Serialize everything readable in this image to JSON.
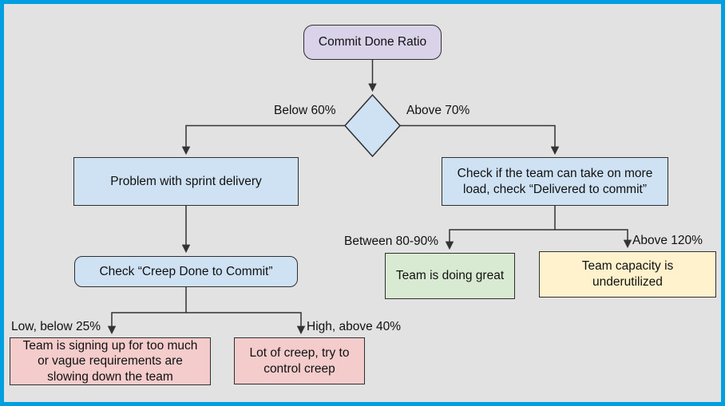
{
  "diagram": {
    "title": "Commit Done Ratio",
    "colors": {
      "frame": "#00a0e0",
      "background": "#e2e2e2",
      "terminator_fill": "#d9d2e9",
      "decision_fill": "#cfe2f3",
      "process_fill": "#cfe2f3",
      "bad_outcome_fill": "#f4cccc",
      "good_outcome_fill": "#d9ead3",
      "caution_outcome_fill": "#fff2cc",
      "line": "#333333"
    },
    "nodes": {
      "root": "Commit Done Ratio",
      "problem_sprint_delivery": "Problem with sprint delivery",
      "check_more_load": [
        "Check if the team can take on more",
        "load, check “Delivered to commit”"
      ],
      "check_creep": "Check “Creep Done to Commit”",
      "signing_up_too_much": [
        "Team is signing up for too much",
        "or vague requirements are",
        "slowing down the team"
      ],
      "lot_of_creep": [
        "Lot of creep, try to",
        "control creep"
      ],
      "doing_great": "Team is doing great",
      "capacity_underutilized": [
        "Team capacity is",
        "underutilized"
      ]
    },
    "edge_labels": {
      "below_60": "Below 60%",
      "above_70": "Above 70%",
      "between_80_90": "Between 80-90%",
      "above_120": "Above 120%",
      "low_below_25": "Low, below 25%",
      "high_above_40": "High, above 40%"
    }
  }
}
